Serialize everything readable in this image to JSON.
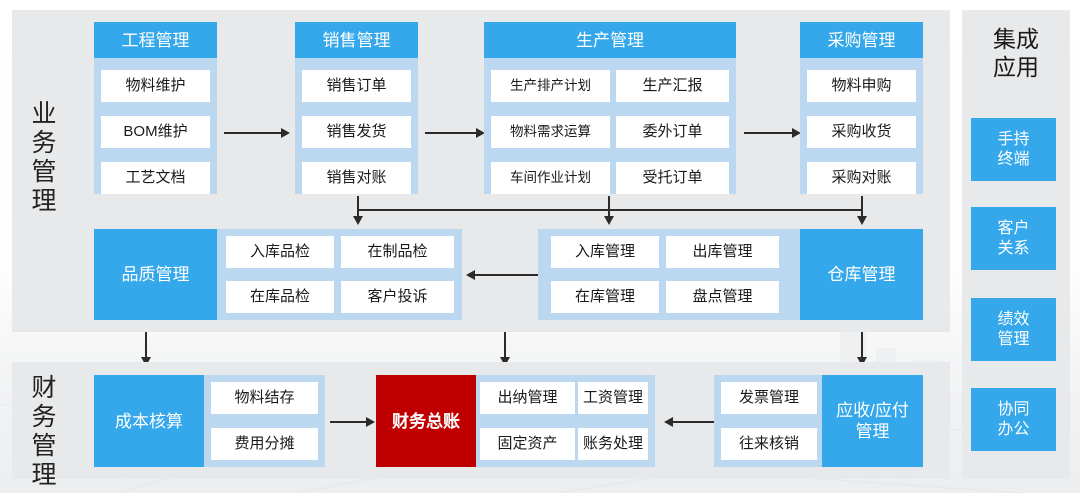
{
  "theme": {
    "accent_blue": "#34a8ea",
    "group_blue": "#bcd7f0",
    "panel_gray": "#e8e9ea",
    "ledger_red": "#c00000",
    "cell_white": "#ffffff"
  },
  "rows": {
    "business_label": "业务管理",
    "finance_label": "财务管理"
  },
  "business": {
    "engineering": {
      "title": "工程管理",
      "cells": [
        "物料维护",
        "BOM维护",
        "工艺文档"
      ]
    },
    "sales": {
      "title": "销售管理",
      "cells": [
        "销售订单",
        "销售发货",
        "销售对账"
      ]
    },
    "production": {
      "title": "生产管理",
      "cells": [
        "生产排产计划",
        "生产汇报",
        "物料需求运算",
        "委外订单",
        "车间作业计划",
        "受托订单"
      ]
    },
    "purchase": {
      "title": "采购管理",
      "cells": [
        "物料申购",
        "采购收货",
        "采购对账"
      ]
    },
    "quality": {
      "title": "品质管理",
      "cells": [
        "入库品检",
        "在制品检",
        "在库品检",
        "客户投诉"
      ]
    },
    "warehouse": {
      "title": "仓库管理",
      "cells": [
        "入库管理",
        "出库管理",
        "在库管理",
        "盘点管理"
      ]
    }
  },
  "finance": {
    "cost": {
      "title": "成本核算",
      "cells": [
        "物料结存",
        "费用分摊"
      ]
    },
    "ledger": {
      "title": "财务总账",
      "cells": [
        "出纳管理",
        "工资管理",
        "固定资产",
        "账务处理"
      ]
    },
    "receivable": {
      "title": "应收/应付管理",
      "cells": [
        "发票管理",
        "往来核销"
      ]
    }
  },
  "integration": {
    "title": "集成应用",
    "buttons": [
      "手持终端",
      "客户关系",
      "绩效管理",
      "协同办公"
    ]
  },
  "connectors": {
    "engineering_to_sales": "arrow-right",
    "sales_to_production": "arrow-right",
    "production_to_purchase": "arrow-right",
    "bus_to_mid_bus": "arrow-down",
    "warehouse_to_quality": "arrow-left",
    "quality_to_cost": "arrow-down",
    "warehouse_to_receivable": "arrow-down",
    "cost_to_ledger": "arrow-right",
    "receivable_to_ledger": "arrow-left",
    "production_to_ledger": "arrow-down"
  }
}
